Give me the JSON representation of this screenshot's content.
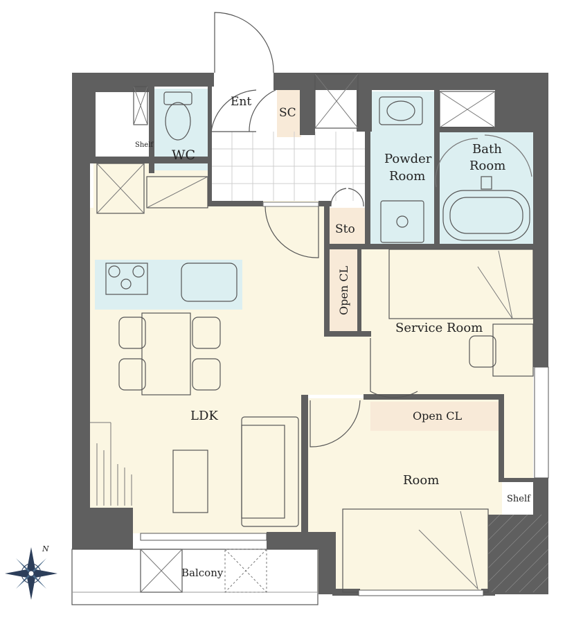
{
  "rooms": {
    "ent": "Ent",
    "sc": "SC",
    "wc": "WC",
    "shelf_wc": "Shelf",
    "powder_line1": "Powder",
    "powder_line2": "Room",
    "bath_line1": "Bath",
    "bath_line2": "Room",
    "sto": "Sto",
    "open_cl_vertical": "Open CL",
    "service_room": "Service Room",
    "ldk": "LDK",
    "open_cl_room": "Open CL",
    "room": "Room",
    "shelf_room": "Shelf",
    "balcony": "Balcony"
  },
  "colors": {
    "floor": "#fbf6e2",
    "wet_area": "#dceff1",
    "closet": "#f8ead8",
    "wall": "#5f5f5f",
    "tile": "#ffffff"
  },
  "compass": {
    "north_label": "N"
  }
}
